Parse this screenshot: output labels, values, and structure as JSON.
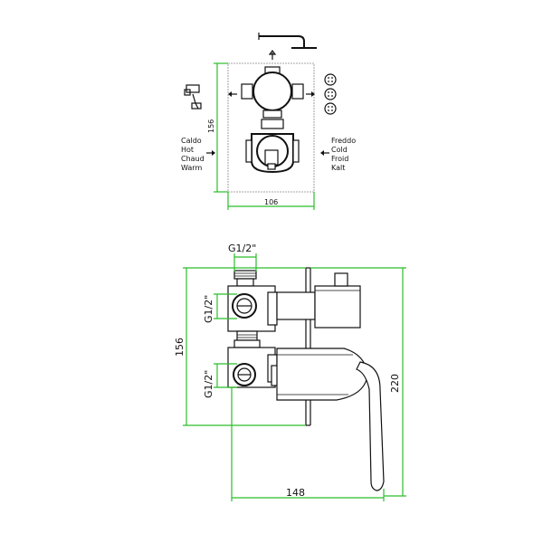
{
  "top_view": {
    "left_label": [
      "Caldo",
      "Hot",
      "Chaud",
      "Warm"
    ],
    "right_label": [
      "Freddo",
      "Cold",
      "Froid",
      "Kalt"
    ],
    "height_dim": "156",
    "width_dim": "106"
  },
  "side_view": {
    "inlet_top": "G1/2\"",
    "outlet_left_upper": "G1/2\"",
    "outlet_left_lower": "G1/2\"",
    "height_left_dim": "156",
    "height_right_dim": "220",
    "depth_dim": "148"
  },
  "colors": {
    "dimension_lines": "#2bbd2b",
    "drawing": "#111111",
    "plate": "#888888"
  }
}
